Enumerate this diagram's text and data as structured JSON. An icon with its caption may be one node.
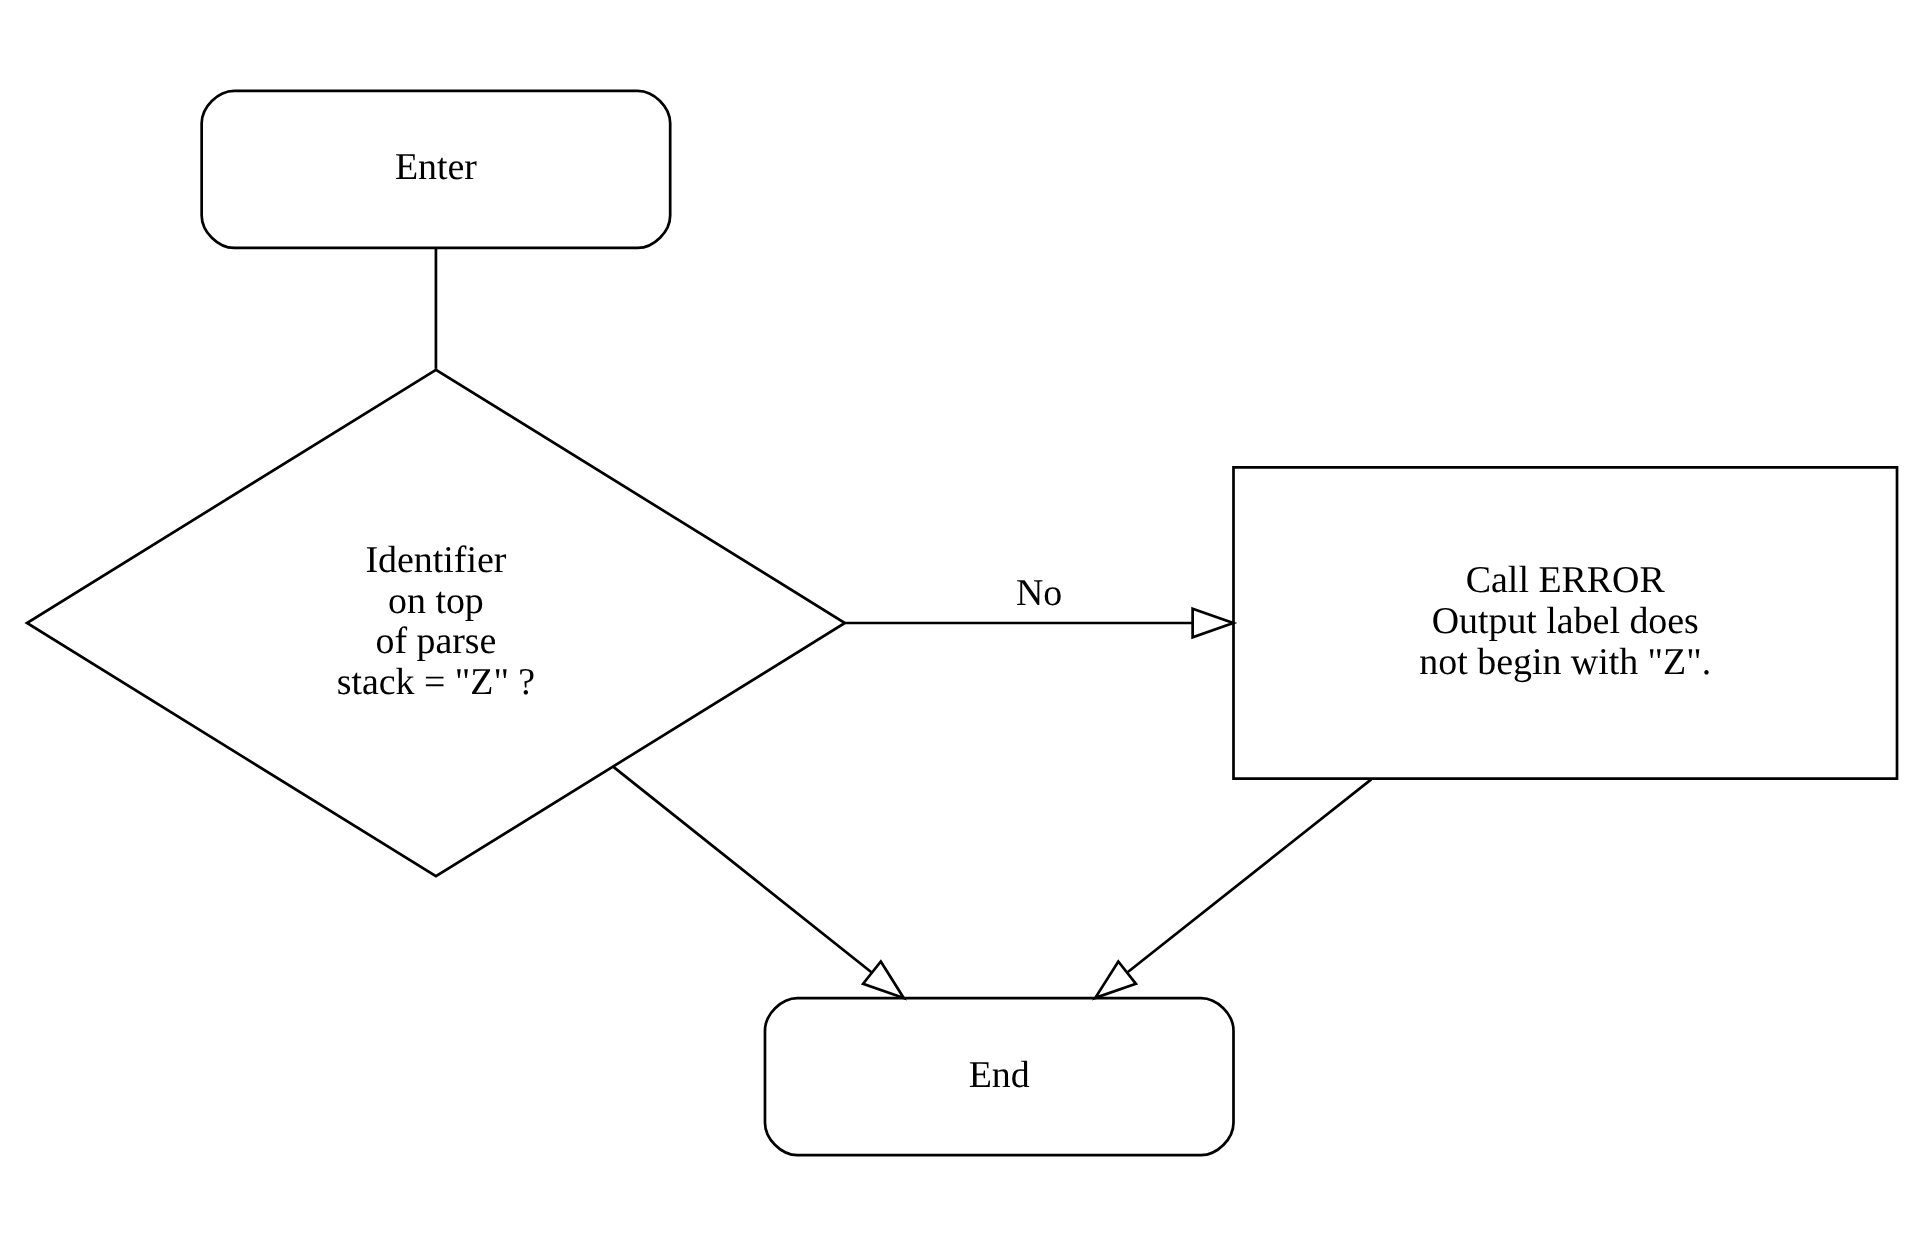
{
  "diagram": {
    "nodes": [
      {
        "text": [
          "Enter"
        ]
      },
      {
        "text": [
          "Identifier on top of parse stack = \"Z\" ?"
        ]
      },
      {
        "text": [
          "Call ERROR Output label does not begin with \"Z\"."
        ]
      },
      {
        "text": [
          "End"
        ]
      }
    ],
    "edges": [
      {
        "from": 0,
        "to": 1,
        "arrow": "none"
      },
      {
        "from": 1,
        "to": 2,
        "arrow": "to",
        "label": "No"
      },
      {
        "from": 1,
        "to": 3,
        "arrow": "to"
      },
      {
        "from": 2,
        "to": 3,
        "arrow": "to"
      }
    ]
  }
}
